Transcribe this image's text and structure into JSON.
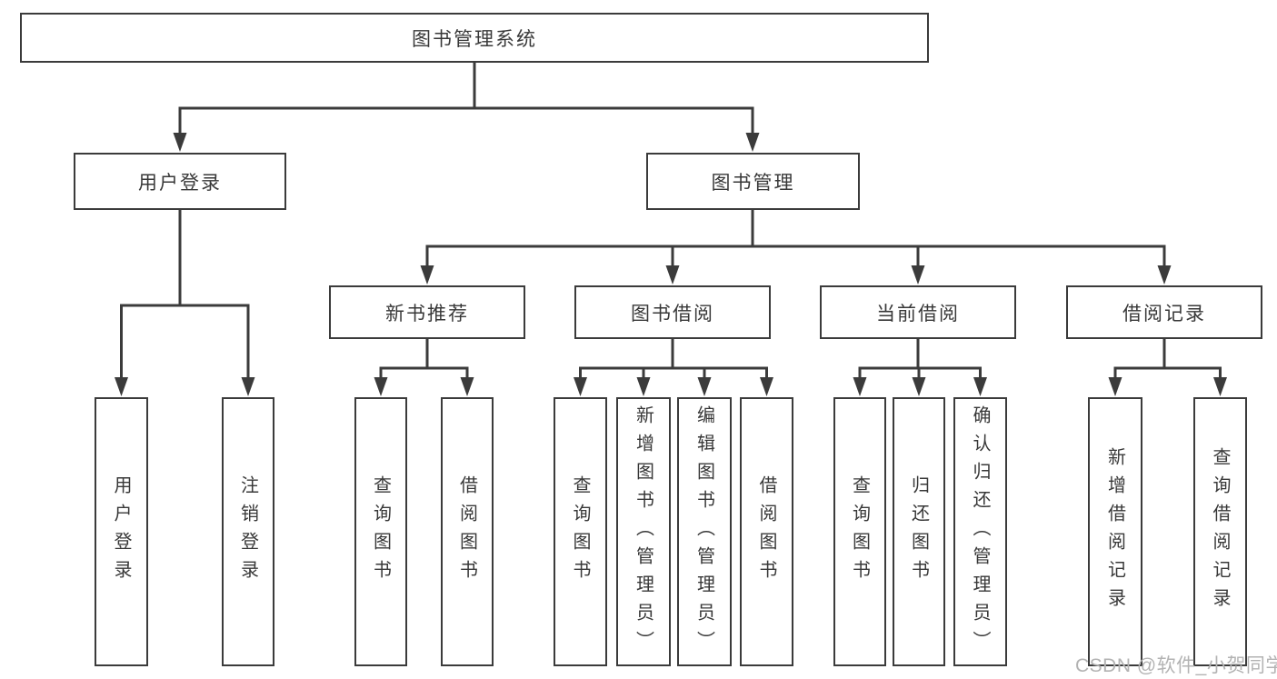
{
  "nodes": {
    "root": "图书管理系统",
    "user_login": "用户登录",
    "book_mgmt": "图书管理",
    "new_book_rec": "新书推荐",
    "book_borrow": "图书借阅",
    "current_borrow": "当前借阅",
    "borrow_record": "借阅记录",
    "leaf_user_login": "用户登录",
    "leaf_logout": "注销登录",
    "leaf_nbr_query": "查询图书",
    "leaf_nbr_borrow": "借阅图书",
    "leaf_bb_query": "查询图书",
    "leaf_bb_add": "新增图书（管理员）",
    "leaf_bb_edit": "编辑图书（管理员）",
    "leaf_bb_borrow": "借阅图书",
    "leaf_cb_query": "查询图书",
    "leaf_cb_return": "归还图书",
    "leaf_cb_confirm": "确认归还（管理员）",
    "leaf_br_add": "新增借阅记录",
    "leaf_br_query": "查询借阅记录"
  },
  "watermark": "CSDN @软件_小贺同学",
  "colors": {
    "line": "#3b3b3b",
    "text": "#383838",
    "watermark": "#b3b3b3",
    "background": "#ffffff"
  }
}
